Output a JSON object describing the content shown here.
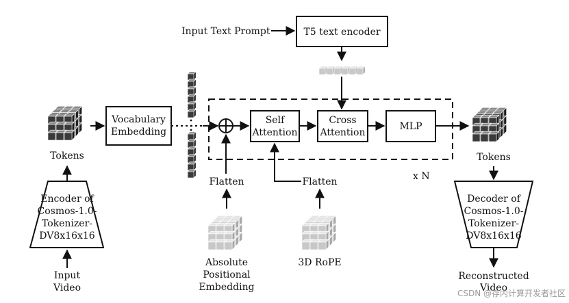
{
  "labels": {
    "input_text_prompt": "Input Text Prompt",
    "t5_encoder": "T5 text encoder",
    "tokens_left": "Tokens",
    "tokens_right": "Tokens",
    "vocab_1": "Vocabulary",
    "vocab_2": "Embedding",
    "self_1": "Self",
    "self_2": "Attention",
    "cross_1": "Cross",
    "cross_2": "Attention",
    "mlp": "MLP",
    "repeat": "x N",
    "flatten_1": "Flatten",
    "flatten_2": "Flatten",
    "encoder": [
      "Encoder of",
      "Cosmos-1.0-",
      "Tokenizer-",
      "DV8x16x16"
    ],
    "decoder": [
      "Decoder of",
      "Cosmos-1.0-",
      "Tokenizer-",
      "DV8x16x16"
    ],
    "input_video": [
      "Input",
      "Video"
    ],
    "abs_pos": [
      "Absolute",
      "Positional",
      "Embedding"
    ],
    "rope": "3D RoPE",
    "reconstructed": [
      "Reconstructed",
      "Video"
    ],
    "watermark": "CSDN @存内计算开发者社区"
  }
}
